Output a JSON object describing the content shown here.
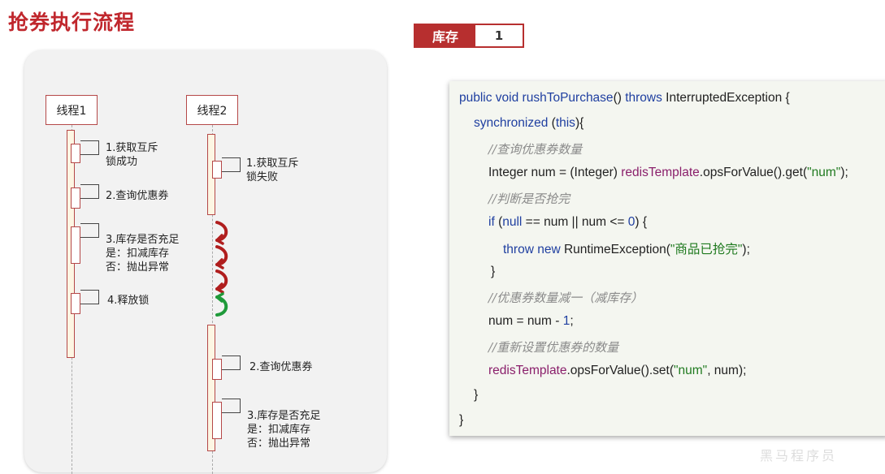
{
  "title": "抢券执行流程",
  "stock": {
    "label": "库存",
    "value": "1"
  },
  "diagram": {
    "thread1": {
      "name": "线程1",
      "steps": [
        "1.获取互斥\n锁成功",
        "2.查询优惠券",
        "3.库存是否充足\n是：扣减库存\n否：抛出异常",
        "4.释放锁"
      ]
    },
    "thread2": {
      "name": "线程2",
      "steps": [
        "1.获取互斥\n锁失败",
        "2.查询优惠券",
        "3.库存是否充足\n是：扣减库存\n否：抛出异常"
      ]
    },
    "retry_colors": {
      "retry": "#b01e1e",
      "success": "#1f9a3a"
    }
  },
  "code": {
    "lines": [
      [
        {
          "t": "public void ",
          "c": "kw"
        },
        {
          "t": "rushToPurchase",
          "c": "kw"
        },
        {
          "t": "() "
        },
        {
          "t": "throws ",
          "c": "kw"
        },
        {
          "t": "InterruptedException {"
        }
      ],
      [
        {
          "t": "synchronized ",
          "c": "kw"
        },
        {
          "t": "("
        },
        {
          "t": "this",
          "c": "kw"
        },
        {
          "t": "){"
        }
      ],
      [
        {
          "t": "//查询优惠券数量",
          "c": "comment"
        }
      ],
      [
        {
          "t": "Integer num = (Integer) "
        },
        {
          "t": "redisTemplate",
          "c": "fld"
        },
        {
          "t": ".opsForValue().get("
        },
        {
          "t": "\"num\"",
          "c": "str"
        },
        {
          "t": ");"
        }
      ],
      [
        {
          "t": "//判断是否抢完",
          "c": "comment"
        }
      ],
      [
        {
          "t": "if ",
          "c": "kw"
        },
        {
          "t": "("
        },
        {
          "t": "null ",
          "c": "kw"
        },
        {
          "t": "== num || num <= "
        },
        {
          "t": "0",
          "c": "num"
        },
        {
          "t": ") {"
        }
      ],
      [
        {
          "t": "throw new ",
          "c": "kw"
        },
        {
          "t": "RuntimeException("
        },
        {
          "t": "\"商品已抢完\"",
          "c": "str"
        },
        {
          "t": ");"
        }
      ],
      [
        {
          "t": "}"
        }
      ],
      [
        {
          "t": "//优惠券数量减一（减库存）",
          "c": "comment"
        }
      ],
      [
        {
          "t": "num = num - "
        },
        {
          "t": "1",
          "c": "num"
        },
        {
          "t": ";"
        }
      ],
      [
        {
          "t": "//重新设置优惠券的数量",
          "c": "comment"
        }
      ],
      [
        {
          "t": "redisTemplate",
          "c": "fld"
        },
        {
          "t": ".opsForValue().set("
        },
        {
          "t": "\"num\"",
          "c": "str"
        },
        {
          "t": ", num);"
        }
      ],
      [
        {
          "t": "}"
        }
      ],
      [
        {
          "t": "}"
        }
      ]
    ]
  },
  "watermark": "黑马程序员"
}
